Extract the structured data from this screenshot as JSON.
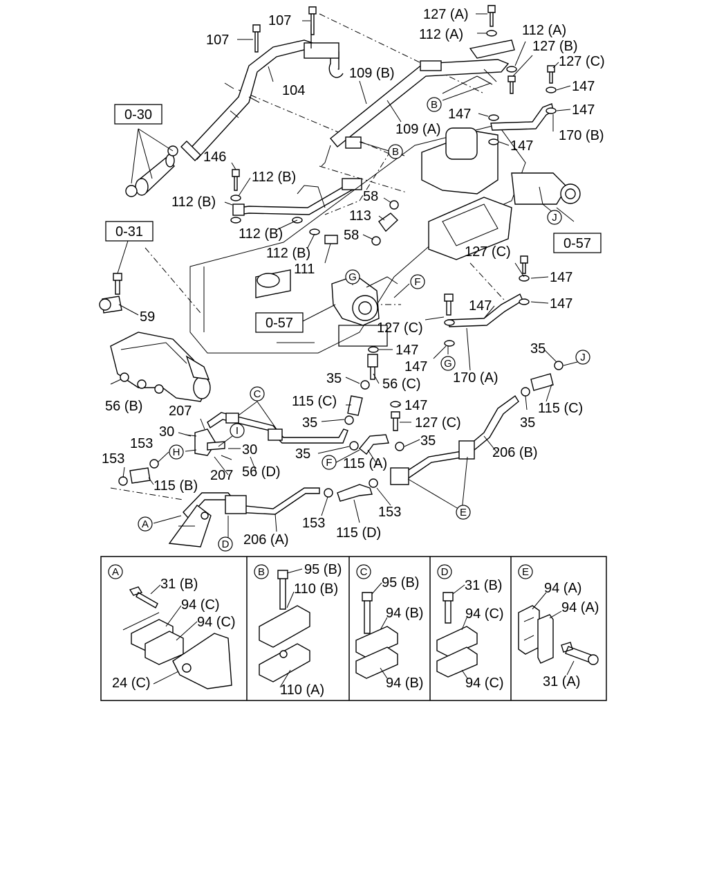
{
  "diagram": {
    "part_labels": {
      "p107a": "107",
      "p107b": "107",
      "p104": "104",
      "p109b": "109 (B)",
      "p109a": "109 (A)",
      "p127a": "127 (A)",
      "p112a_top": "112 (A)",
      "p112a_r": "112 (A)",
      "p127b": "127 (B)",
      "p127c_top": "127 (C)",
      "p147_1": "147",
      "p147_2": "147",
      "p147_3": "147",
      "p147_4": "147",
      "p170b": "170 (B)",
      "p146": "146",
      "p112b_1": "112 (B)",
      "p112b_2": "112 (B)",
      "p112b_3": "112 (B)",
      "p112b_4": "112 (B)",
      "p58a": "58",
      "p113": "113",
      "p58b": "58",
      "p111": "111",
      "p59": "59",
      "p127c_mid": "127 (C)",
      "p147_5": "147",
      "p147_6": "147",
      "p147_7": "147",
      "p147_8": "147",
      "p127c_lower": "127 (C)",
      "p170a": "170 (A)",
      "p147_9": "147",
      "p35_1": "35",
      "p56c": "56 (C)",
      "p35_2": "35",
      "p115c_r": "115 (C)",
      "p56b": "56 (B)",
      "p115c_l": "115 (C)",
      "p147_10": "147",
      "p35_3": "35",
      "p127c_bot": "127 (C)",
      "p35_4": "35",
      "p207a": "207",
      "p30a": "30",
      "p30b": "30",
      "p153a": "153",
      "p153b": "153",
      "p35_5": "35",
      "p115a": "115 (A)",
      "p206b": "206 (B)",
      "p56d": "56 (D)",
      "p207b": "207",
      "p115b": "115 (B)",
      "p153c": "153",
      "p153d": "153",
      "p206a": "206 (A)",
      "p115d": "115 (D)",
      "p35_6": "35"
    },
    "ref_boxes": {
      "r030": "0-30",
      "r031": "0-31",
      "r057a": "0-57",
      "r057b": "0-57"
    },
    "callouts": {
      "cB1": "B",
      "cB2": "B",
      "cG1": "G",
      "cF1": "F",
      "cJ1": "J",
      "cG2": "G",
      "cJ2": "J",
      "cC1": "C",
      "cI1": "I",
      "cH1": "H",
      "cF2": "F",
      "cE1": "E",
      "cA1": "A",
      "cD1": "D"
    },
    "details": {
      "A": {
        "letter": "A",
        "l1": "31 (B)",
        "l2": "94 (C)",
        "l3": "94 (C)",
        "l4": "24 (C)"
      },
      "B": {
        "letter": "B",
        "l1": "95 (B)",
        "l2": "110 (B)",
        "l3": "110 (A)"
      },
      "C": {
        "letter": "C",
        "l1": "95 (B)",
        "l2": "94 (B)",
        "l3": "94 (B)"
      },
      "D": {
        "letter": "D",
        "l1": "31 (B)",
        "l2": "94 (C)",
        "l3": "94 (C)"
      },
      "E": {
        "letter": "E",
        "l1": "94 (A)",
        "l2": "94 (A)",
        "l3": "31 (A)"
      }
    }
  }
}
